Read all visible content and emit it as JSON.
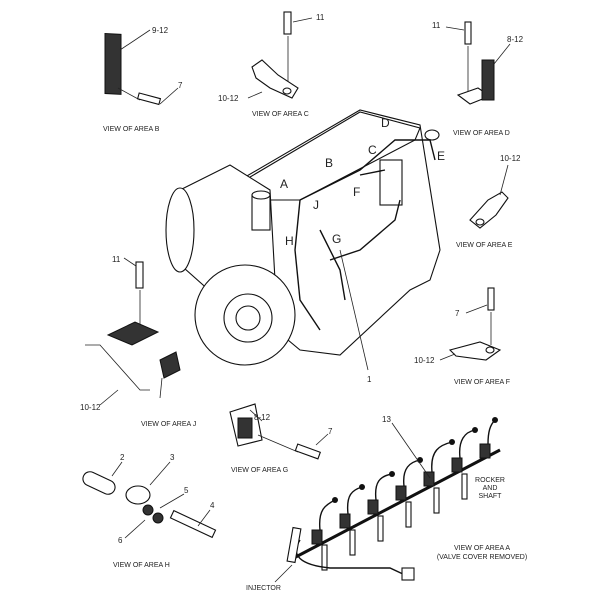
{
  "title": "Engine wiring harness parts diagram",
  "views": {
    "area_b": {
      "caption": "VIEW OF AREA B",
      "callouts": [
        "9-12",
        "7"
      ]
    },
    "area_c": {
      "caption": "VIEW OF AREA C",
      "callouts": [
        "11",
        "10-12"
      ]
    },
    "area_d": {
      "caption": "VIEW OF AREA D",
      "callouts": [
        "11",
        "8-12"
      ]
    },
    "area_e": {
      "caption": "VIEW OF AREA E",
      "callouts": [
        "10-12"
      ]
    },
    "area_f": {
      "caption": "VIEW OF AREA F",
      "callouts": [
        "7",
        "10-12"
      ]
    },
    "area_j": {
      "caption": "VIEW OF AREA J",
      "callouts": [
        "11",
        "10-12"
      ]
    },
    "area_g": {
      "caption": "VIEW OF AREA G",
      "callouts": [
        "8-12",
        "7"
      ]
    },
    "area_h": {
      "caption": "VIEW OF AREA H",
      "callouts": [
        "2",
        "3",
        "5",
        "4",
        "6"
      ]
    },
    "area_a": {
      "caption_line1": "VIEW OF AREA A",
      "caption_line2": "(VALVE COVER REMOVED)",
      "callouts": [
        "13"
      ],
      "rocker_line1": "ROCKER",
      "rocker_line2": "AND",
      "rocker_line3": "SHAFT",
      "injector": "INJECTOR"
    }
  },
  "engine": {
    "area_letters": [
      "A",
      "B",
      "C",
      "D",
      "E",
      "F",
      "G",
      "H",
      "J"
    ],
    "callout": "1"
  }
}
